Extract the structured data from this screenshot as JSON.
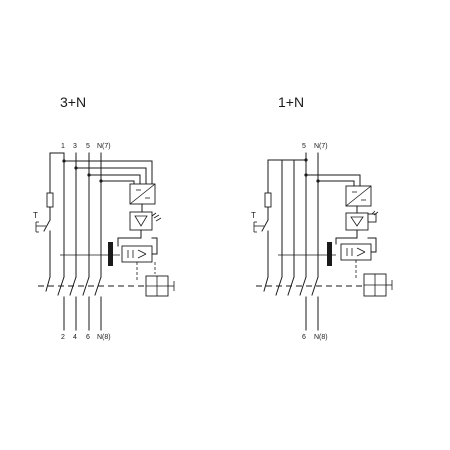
{
  "left": {
    "title": "3+N",
    "top_terminals": [
      "1",
      "3",
      "5",
      "N(7)"
    ],
    "bottom_terminals": [
      "2",
      "4",
      "6",
      "N(8)"
    ],
    "test_label": "T"
  },
  "right": {
    "title": "1+N",
    "top_terminals": [
      "5",
      "N(7)"
    ],
    "bottom_terminals": [
      "6",
      "N(8)"
    ],
    "test_label": "T"
  }
}
